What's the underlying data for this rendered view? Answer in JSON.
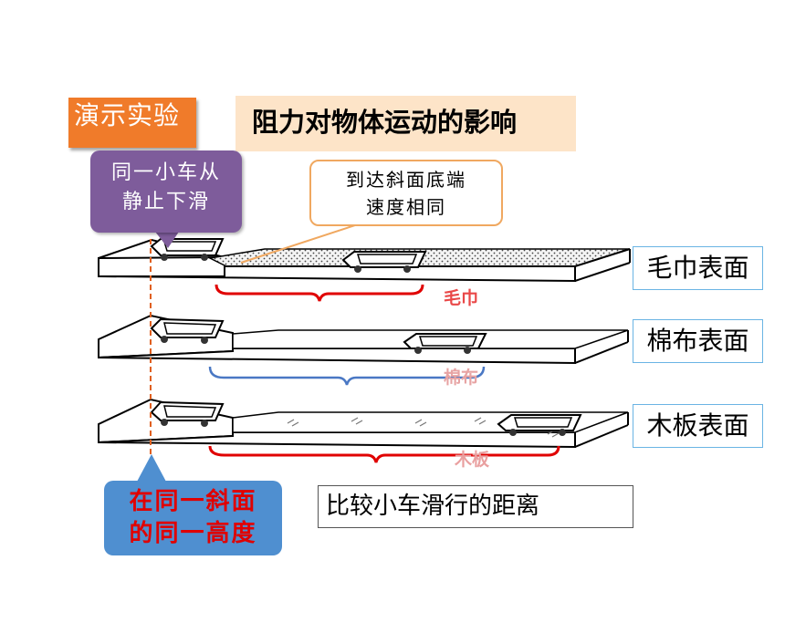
{
  "header": {
    "tag": "演示实验",
    "title": "阻力对物体运动的影响"
  },
  "notes": {
    "same_cart": [
      "同一小车从",
      "静止下滑"
    ],
    "same_speed": [
      "到达斜面底端",
      "速度相同"
    ],
    "same_height": [
      "在同一斜面",
      "的同一高度"
    ],
    "compare": "比较小车滑行的距离"
  },
  "surfaces": [
    {
      "label": "毛巾表面",
      "tag": "毛巾"
    },
    {
      "label": "棉布表面",
      "tag": "棉布"
    },
    {
      "label": "木板表面",
      "tag": "木板"
    }
  ],
  "colors": {
    "orange": "#f07b2a",
    "peach": "#fde4c8",
    "purple": "#7e5c9b",
    "blue": "#4f8fd0",
    "red": "#e00000",
    "brace_red": "#e00000",
    "brace_blue": "#4a78c4"
  }
}
